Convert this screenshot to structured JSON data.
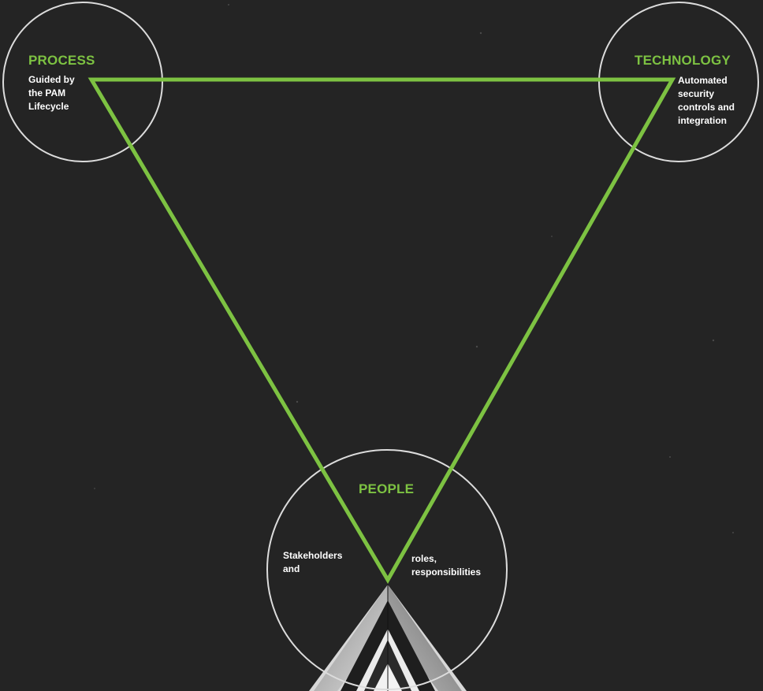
{
  "colors": {
    "background": "#242424",
    "accent": "#7dc242",
    "circle_stroke": "#dcdcdc",
    "text": "#ffffff"
  },
  "nodes": {
    "process": {
      "title": "PROCESS",
      "lines": [
        "Guided by",
        "the PAM",
        "Lifecycle"
      ]
    },
    "technology": {
      "title": "TECHNOLOGY",
      "lines": [
        "Automated",
        "security",
        "controls and",
        "integration"
      ]
    },
    "people": {
      "title": "PEOPLE",
      "left_lines": [
        "Stakeholders",
        "and"
      ],
      "right_lines": [
        "roles,",
        "responsibilities"
      ]
    }
  },
  "background_image": "building-roof-peak-photo"
}
